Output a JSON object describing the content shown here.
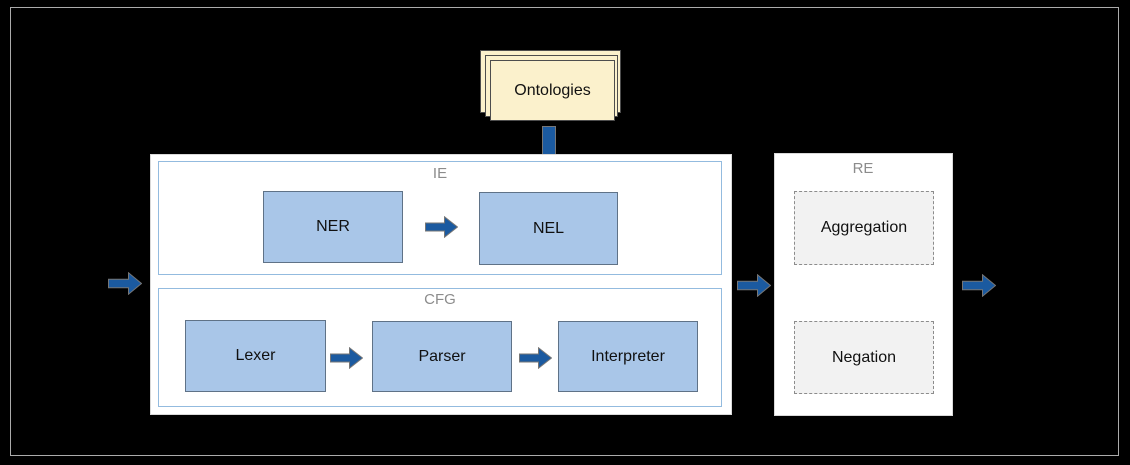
{
  "diagram": {
    "ontologies": {
      "label": "Ontologies"
    },
    "ie_group": {
      "label": "IE",
      "nodes": [
        {
          "label": "NER"
        },
        {
          "label": "NEL"
        }
      ]
    },
    "cfg_group": {
      "label": "CFG",
      "nodes": [
        {
          "label": "Lexer"
        },
        {
          "label": "Parser"
        },
        {
          "label": "Interpreter"
        }
      ]
    },
    "re_group": {
      "label": "RE",
      "nodes": [
        {
          "label": "Aggregation"
        },
        {
          "label": "Negation"
        }
      ]
    }
  },
  "colors": {
    "background": "#000000",
    "frame_border": "#ababab",
    "arrow_fill": "#1B5AA0",
    "arrow_outline": "#767676",
    "node_fill": "#A9C6E8",
    "node_border": "#5f7287",
    "subframe_border": "#93bbdf",
    "group_label": "#8c8c8c",
    "paper_fill": "#FBF1CC",
    "paper_border": "#4d4d4d",
    "dashed_fill": "#f2f2f2",
    "dashed_border": "#8c8c8c"
  }
}
